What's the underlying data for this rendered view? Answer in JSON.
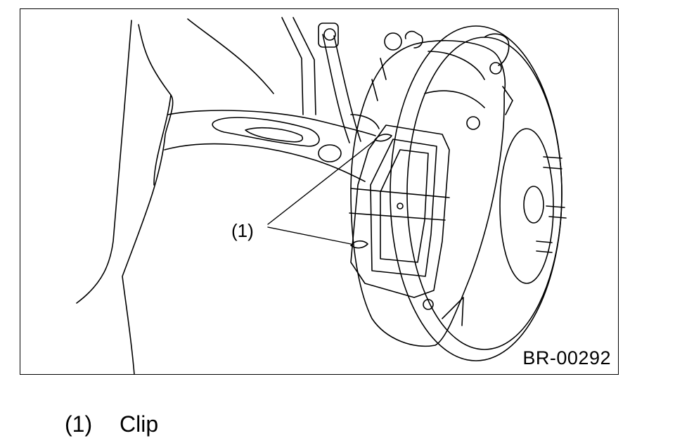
{
  "figure": {
    "callout": "(1)",
    "figure_id": "BR-00292"
  },
  "legend": [
    {
      "number": "(1)",
      "text": "Clip"
    }
  ]
}
